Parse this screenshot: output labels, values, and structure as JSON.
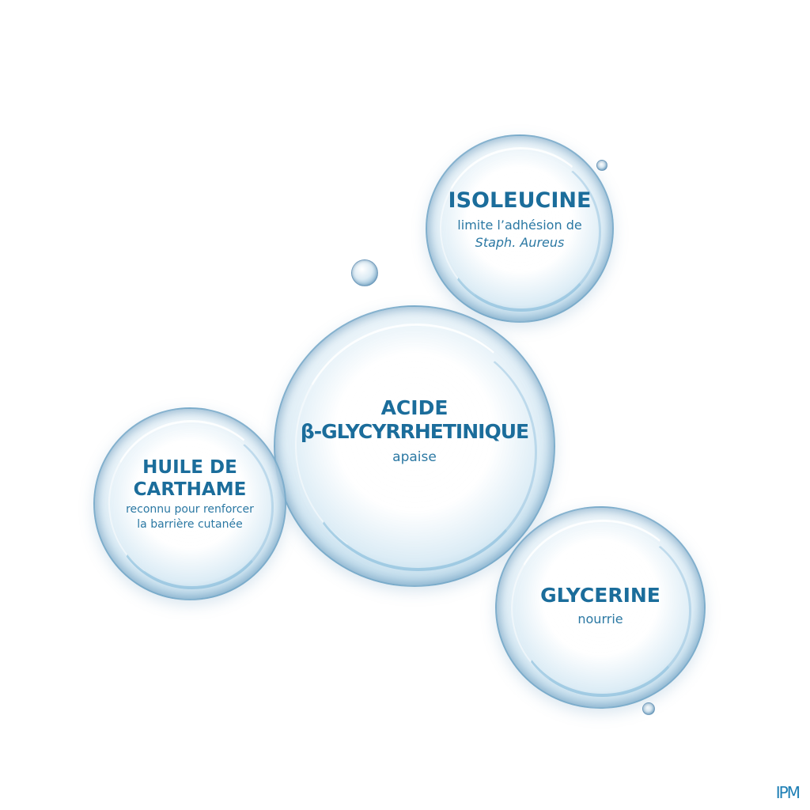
{
  "bubbles": {
    "isoleucine": {
      "title": "ISOLEUCINE",
      "desc_line1": "limite l’adhésion de",
      "desc_line2": "Staph. Aureus"
    },
    "acide": {
      "title_line1": "ACIDE",
      "title_line2": "β-GLYCYRRHETINIQUE",
      "desc": "apaise"
    },
    "huile": {
      "title_line1": "HUILE DE",
      "title_line2": "CARTHAME",
      "desc_line1": "reconnu pour renforcer",
      "desc_line2": "la barrière cutanée"
    },
    "glycerine": {
      "title": "GLYCERINE",
      "desc": "nourrie"
    }
  },
  "logo": {
    "text": "IPM"
  },
  "colors": {
    "text_primary": "#1b6d9b",
    "text_secondary": "#2b78a3",
    "bubble_edge": "#4680a8",
    "logo": "#1e7fb5"
  }
}
